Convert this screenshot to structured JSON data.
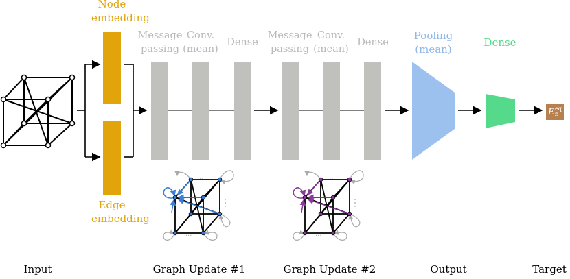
{
  "input_block": {
    "caption": "Input"
  },
  "embeddings": {
    "node_line1": "Node",
    "node_line2": "embedding",
    "edge_line1": "Edge",
    "edge_line2": "embedding",
    "color": "#e2a40b"
  },
  "graph_update_1": {
    "message_line1": "Message",
    "message_line2": "passing",
    "conv_line1": "Conv.",
    "conv_line2": "(mean)",
    "dense": "Dense",
    "caption": "Graph Update #1",
    "accent_color": "#3a7fd5"
  },
  "graph_update_2": {
    "message_line1": "Message",
    "message_line2": "passing",
    "conv_line1": "Conv.",
    "conv_line2": "(mean)",
    "dense": "Dense",
    "caption": "Graph Update #2",
    "accent_color": "#8a3a9a"
  },
  "output_block": {
    "pooling_line1": "Pooling",
    "pooling_line2": "(mean)",
    "dense": "Dense",
    "caption": "Output",
    "pooling_color": "#9dc1ef",
    "dense_color": "#55d98a"
  },
  "target_block": {
    "symbol": "E",
    "superscript": "eq",
    "subscript": "z",
    "caption": "Target",
    "color": "#b7804f"
  },
  "colors": {
    "layer_gray": "#c0c0bc",
    "label_gray": "#b9b9b9"
  }
}
